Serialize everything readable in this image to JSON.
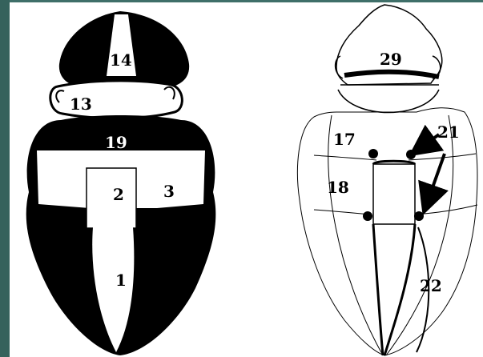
{
  "left_diagram": {
    "labels": {
      "head": "14",
      "pronotum_band": "13",
      "elytra_top": "19",
      "scutellum": "2",
      "side_panel": "3",
      "suture": "1"
    }
  },
  "right_diagram": {
    "labels": {
      "head": "29",
      "shoulder": "17",
      "arrow_label": "21",
      "side": "18",
      "elytron": "22"
    }
  },
  "colors": {
    "background": "#3f6f69",
    "panel": "#ffffff",
    "fill": "#000000"
  }
}
